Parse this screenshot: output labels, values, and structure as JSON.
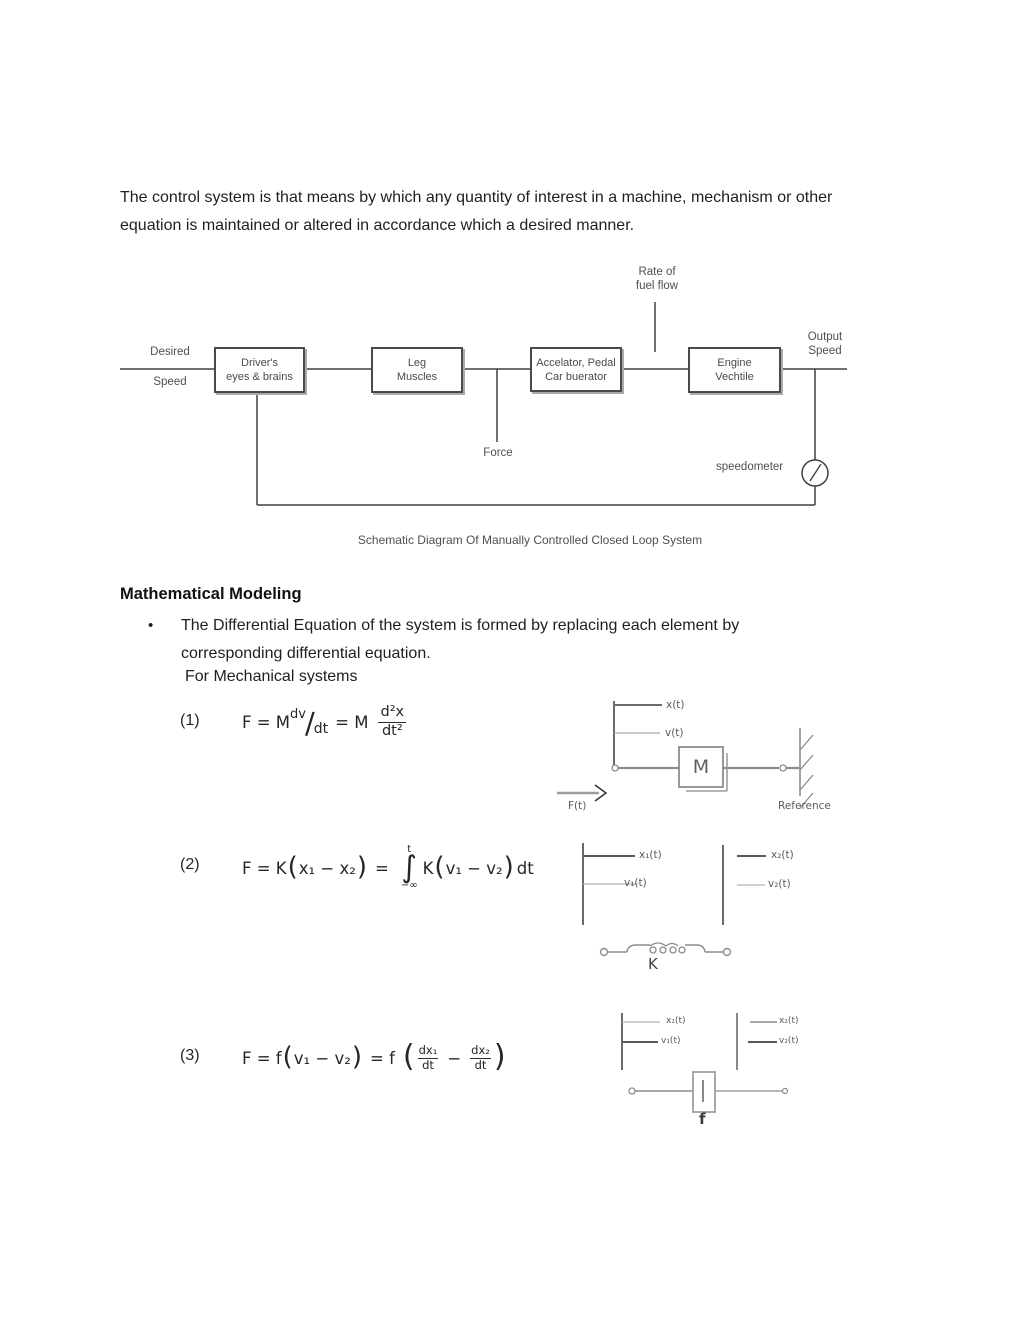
{
  "colors": {
    "page_bg": "#ffffff",
    "body_text": "#1f1f1f",
    "block_line": "#404040",
    "mech_line": "#8c8c8c",
    "label_gray": "#4f4f4f"
  },
  "intro": "The control system is that means by which any quantity of interest in a machine, mechanism or other equation is maintained or altered in accordance which a desired manner.",
  "block_diagram": {
    "input_label": {
      "line1": "Desired",
      "line2": "Speed"
    },
    "boxes": [
      {
        "line1": "Driver's",
        "line2": "eyes & brains"
      },
      {
        "line1": "Leg",
        "line2": "Muscles"
      },
      {
        "line1": "Accelator, Pedal",
        "line2": "Car buerator"
      },
      {
        "line1": "Engine",
        "line2": "Vechtile"
      }
    ],
    "rate_label": {
      "line1": "Rate of",
      "line2": "fuel flow"
    },
    "output_label": {
      "line1": "Output",
      "line2": "Speed"
    },
    "force_label": "Force",
    "speedometer_label": "speedometer",
    "speedometer_icon": "gauge-circle",
    "caption": "Schematic Diagram Of Manually Controlled Closed Loop System"
  },
  "section": {
    "heading": "Mathematical Modeling",
    "bullet": "•",
    "bullet_text": "The Differential Equation of the system is formed by replacing each element by corresponding differential equation.",
    "subline": "For Mechanical systems"
  },
  "equations": {
    "eq1": {
      "label": "(1)",
      "lhs": "F = M",
      "slant_num": "dv",
      "slash": "∕",
      "slant_den": "dt",
      "mid": "= M",
      "frac_num": "d²x",
      "frac_den": "dt²"
    },
    "eq2": {
      "label": "(2)",
      "lhs": "F = K",
      "paren_open": "(",
      "group1": "x₁ − x₂",
      "paren_close": ")",
      "equals": "=",
      "int_upper": "t",
      "int_sign": "∫",
      "int_lower": "−∞",
      "coef": "K",
      "group2": "v₁ − v₂",
      "tail": "dt"
    },
    "eq3": {
      "label": "(3)",
      "lhs": "F = f",
      "paren_open": "(",
      "group1": "v₁ − v₂",
      "paren_close": ")",
      "mid": "= f",
      "frac1_num": "dx₁",
      "frac1_den": "dt",
      "minus": "−",
      "frac2_num": "dx₂",
      "frac2_den": "dt"
    }
  },
  "mech1": {
    "x_label": "x(t)",
    "v_label": "v(t)",
    "mass_label": "M",
    "force_label": "F(t)",
    "reference_label": "Reference"
  },
  "mech2": {
    "x1": "x₁(t)",
    "v1": "v₁(t)",
    "x2": "x₂(t)",
    "v2": "v₂(t)",
    "spring_label": "K"
  },
  "mech3": {
    "x1": "x₁(t)",
    "v1": "v₁(t)",
    "x2": "x₂(t)",
    "v2": "v₂(t)",
    "damper_label": "f"
  }
}
